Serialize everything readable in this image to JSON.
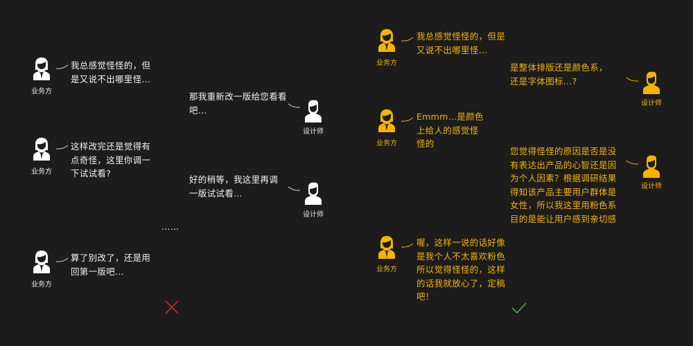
{
  "roles": {
    "biz": "业务方",
    "designer": "设计师"
  },
  "colors": {
    "bg": "#1c1c1c",
    "text": "#f2f2f2",
    "accent": "#f5b400",
    "wrong": "#d0283c",
    "right": "#3cb44b"
  },
  "left": {
    "messages": [
      "我总感觉怪怪的，但是又说不出哪里怪…",
      "那我重新改一版给您看看吧…",
      "这样改完还是觉得有点奇怪，这里你调一下试试看?",
      "好的稍等，我这里再调一版试试看…",
      "算了别改了，还是用回第一版吧…"
    ],
    "ellipsis": "……",
    "result_icon": "cross-icon"
  },
  "right": {
    "messages": [
      "我总感觉怪怪的，但是又说不出哪里怪…",
      "是整体排版还是颜色系，还是字体图标…?",
      "Emmm…是颜色上给人的感觉怪怪的",
      "您觉得怪怪的原因是否是没有表达出产品的心智还是因为个人因素？根据调研结果得知该产品主要用户群体是女性，所以我这里用粉色系目的是能让用户感到亲切感",
      "喔，这样一说的话好像是我个人不太喜欢粉色所以觉得怪怪的，这样的话我就放心了，定稿吧！"
    ],
    "result_icon": "check-icon"
  }
}
